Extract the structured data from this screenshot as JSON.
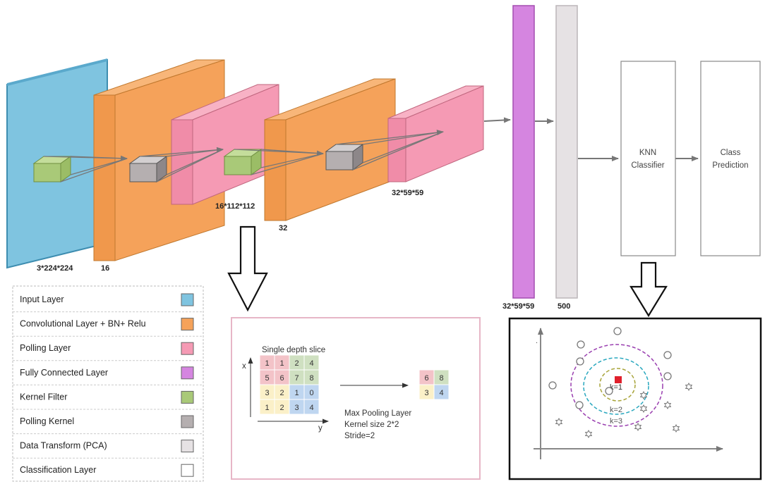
{
  "layers": {
    "input_dim": "3*224*224",
    "conv1_dim": "16",
    "pool1_dim": "16*112*112",
    "conv2_dim": "32",
    "pool2_dim": "32*59*59",
    "fc_dim": "32*59*59",
    "pca_dim": "500"
  },
  "boxes": {
    "knn_line1": "KNN",
    "knn_line2": "Classifier",
    "class_line1": "Class",
    "class_line2": "Prediction"
  },
  "legend": [
    {
      "label": "Input Layer",
      "color": "#7fc4e0"
    },
    {
      "label": "Convolutional Layer + BN+ Relu",
      "color": "#f5a25a"
    },
    {
      "label": "Polling Layer",
      "color": "#f59ab4"
    },
    {
      "label": "Fully Connected Layer",
      "color": "#d585e0"
    },
    {
      "label": "Kernel Filter",
      "color": "#a9c978"
    },
    {
      "label": "Polling Kernel",
      "color": "#b5afb0"
    },
    {
      "label": "Data Transform (PCA)",
      "color": "#e6e2e4"
    },
    {
      "label": "Classification Layer",
      "color": "#ffffff"
    }
  ],
  "pooling": {
    "slice_title": "Single depth slice",
    "axis_x": "x",
    "axis_y": "y",
    "grid": [
      [
        "1",
        "1",
        "2",
        "4"
      ],
      [
        "5",
        "6",
        "7",
        "8"
      ],
      [
        "3",
        "2",
        "1",
        "0"
      ],
      [
        "1",
        "2",
        "3",
        "4"
      ]
    ],
    "result": [
      [
        "6",
        "8"
      ],
      [
        "3",
        "4"
      ]
    ],
    "caption1": "Max Pooling Layer",
    "caption2": "Kernel size 2*2",
    "caption3": "Stride=2",
    "colors": {
      "red": "#f3c3c8",
      "green": "#cfe0c1",
      "yellow": "#fbf0c8",
      "blue": "#bfd6f0"
    }
  },
  "knn": {
    "k1": "k=1",
    "k2": "k=2",
    "k3": "k=3",
    "dot_label": "."
  }
}
